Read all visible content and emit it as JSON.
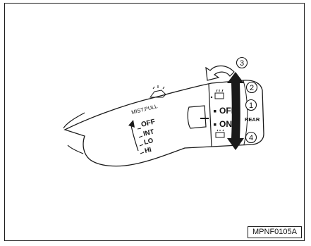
{
  "diagram": {
    "figure_code": "MPNF0105A",
    "knob_labels": {
      "mist_pull": "MIST.PULL",
      "off": "OFF",
      "int": "INT",
      "lo": "LO",
      "hi": "HI"
    },
    "rear_switch_labels": {
      "off": "OFF",
      "on": "ON",
      "rear": "REAR"
    },
    "callouts": [
      "1",
      "2",
      "3",
      "4"
    ]
  }
}
